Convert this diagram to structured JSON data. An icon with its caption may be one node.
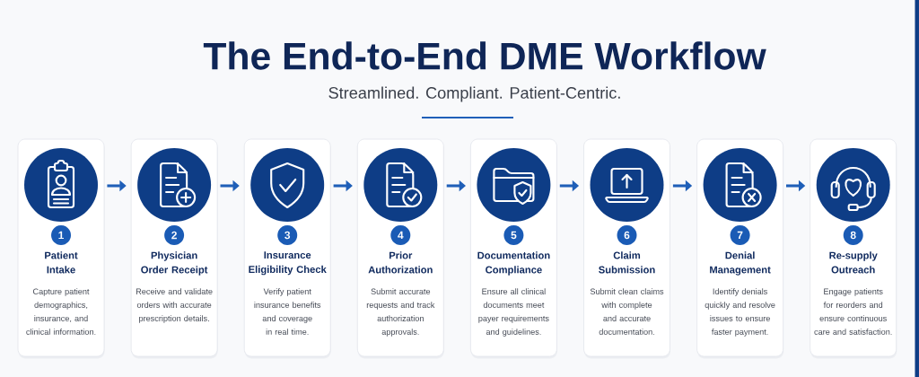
{
  "diagram": {
    "title": "The End-to-End DME Workflow",
    "nodes": [
      {
        "text": [
          "Patient Intake",
          "Capture patient demographics, insurance, and clinical information."
        ]
      },
      {
        "text": [
          "1"
        ],
        "in": 0
      },
      {
        "text": [
          "Physician Order Receipt",
          "Receive and validate orders with accurate prescription details."
        ]
      },
      {
        "text": [
          "2"
        ],
        "in": 2
      },
      {
        "text": [
          "Insurance Eligibility Check",
          "Verify patient insurance benefits and coverage in real time."
        ]
      },
      {
        "text": [
          "3"
        ],
        "in": 4
      },
      {
        "text": [
          "Prior Authorization",
          "Submit accurate requests and track authorization approvals."
        ]
      },
      {
        "text": [
          "4"
        ],
        "in": 6
      },
      {
        "text": [
          "Documentation Compliance",
          "Ensure all clinical documents meet payer requirements and guidelines."
        ]
      },
      {
        "text": [
          "5"
        ],
        "in": 8
      },
      {
        "text": [
          "Claim Submission",
          "Submit clean claims with complete and accurate documentation."
        ]
      },
      {
        "text": [
          "6"
        ],
        "in": 10
      },
      {
        "text": [
          "Denial Management",
          "Identify denials quickly and resolve issues to ensure faster payment."
        ]
      },
      {
        "text": [
          "7"
        ],
        "in": 12
      },
      {
        "text": [
          "Re-supply Outreach",
          "Engage patients for reorders and ensure continuous care and satisfaction."
        ]
      },
      {
        "text": [
          "8"
        ],
        "in": 14
      }
    ],
    "edges": [
      {
        "from": 0,
        "to": 2,
        "arrow": "to"
      },
      {
        "from": 2,
        "to": 4,
        "arrow": "to"
      },
      {
        "from": 4,
        "to": 6,
        "arrow": "to"
      },
      {
        "from": 6,
        "to": 8,
        "arrow": "to"
      },
      {
        "from": 8,
        "to": 10,
        "arrow": "to"
      },
      {
        "from": 10,
        "to": 12,
        "arrow": "to"
      },
      {
        "from": 12,
        "to": 14,
        "arrow": "to"
      }
    ],
    "labels": [
      "Streamlined. Compliant. Patient-Centric."
    ]
  }
}
